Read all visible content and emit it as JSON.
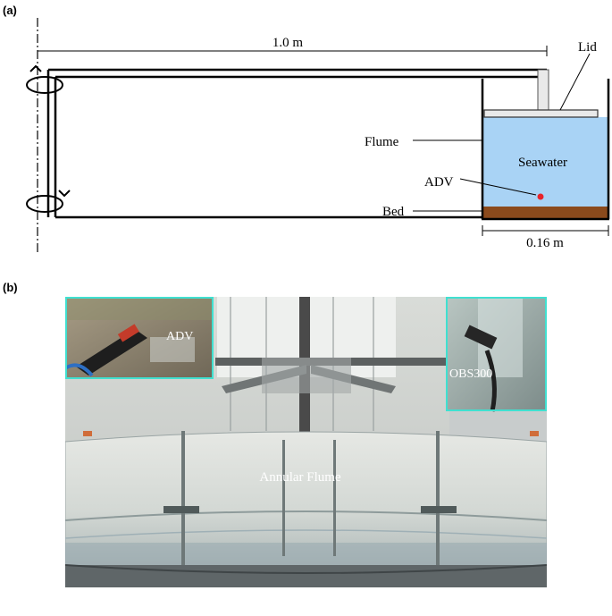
{
  "panel_a": {
    "label": "(a)",
    "dimension_top": "1.0 m",
    "dimension_bottom": "0.16 m",
    "lid_label": "Lid",
    "flume_label": "Flume",
    "seawater_label": "Seawater",
    "adv_label": "ADV",
    "bed_label": "Bed",
    "colors": {
      "water": "#a9d3f5",
      "bed": "#8b4a1c",
      "adv_dot": "#e8232a",
      "lid": "#e9e9e9"
    }
  },
  "panel_b": {
    "label": "(b)",
    "inset_left_label": "ADV",
    "inset_right_label": "OBS300",
    "flume_label": "Annular Flume",
    "colors": {
      "inset_border": "#40e0d0"
    }
  }
}
